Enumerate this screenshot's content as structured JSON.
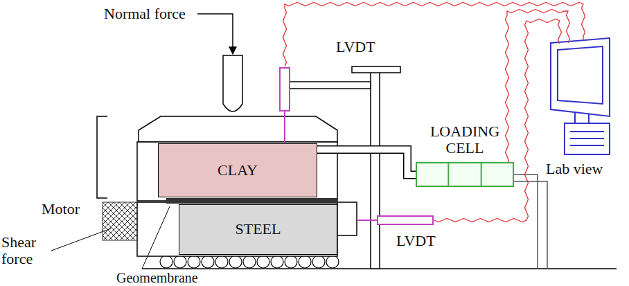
{
  "diagram": {
    "nodes": [
      {
        "text": [
          "CLAY"
        ]
      },
      {
        "text": [
          "STEEL"
        ]
      },
      {
        "text": [
          "LOADING CELL"
        ]
      }
    ],
    "edges": [
      {
        "from": 0,
        "to": 2,
        "arrow": "none"
      }
    ],
    "labels": [
      "Normal force",
      "LVDT",
      "Lab view",
      "Motor",
      "Shear force",
      "Geomembrane",
      "LVDT"
    ]
  }
}
